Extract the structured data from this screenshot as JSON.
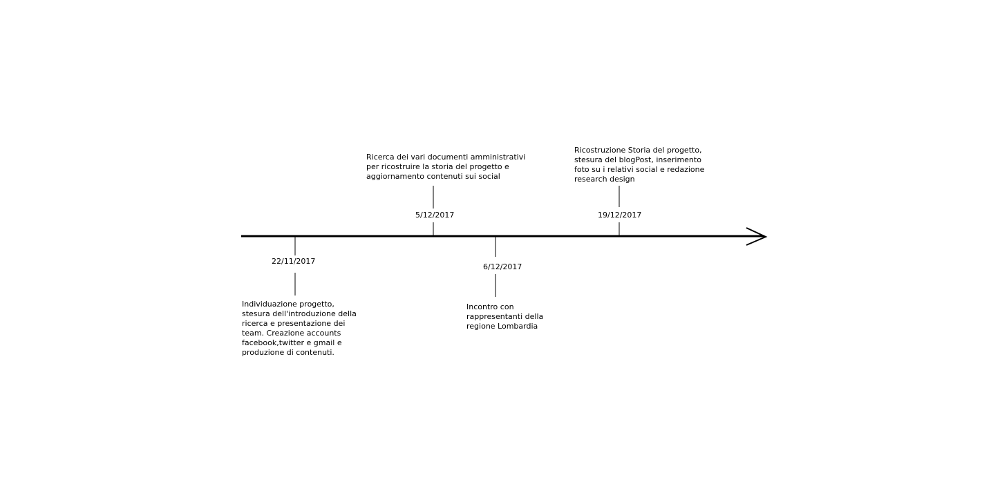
{
  "events": [
    {
      "date": "22/11/2017",
      "description": "Individuazione progetto,\nstesura dell'introduzione della\nricerca e presentazione dei\nteam. Creazione accounts\nfacebook,twitter e gmail e\nproduzione di contenuti."
    },
    {
      "date": "5/12/2017",
      "description": "Ricerca dei vari documenti amministrativi\nper ricostruire la storia del progetto e\naggiornamento contenuti sui social"
    },
    {
      "date": "6/12/2017",
      "description": "Incontro con\nrappresentanti della\nregione Lombardia"
    },
    {
      "date": "19/12/2017",
      "description": "Ricostruzione Storia del progetto,\nstesura del blogPost, inserimento\nfoto su i relativi social e redazione\nresearch design"
    }
  ]
}
